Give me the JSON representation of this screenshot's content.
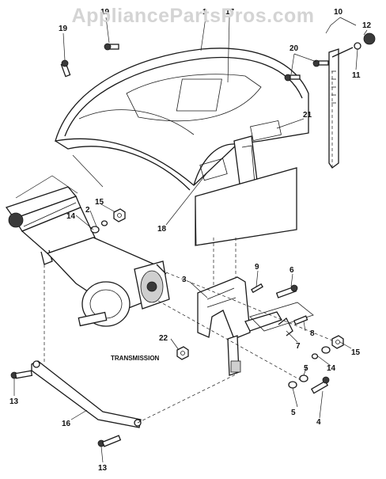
{
  "watermark": "AppliancePartsPros.com",
  "callouts": {
    "c1": "1",
    "c2": "2",
    "c3": "3",
    "c4": "4",
    "c5a": "5",
    "c5b": "5",
    "c6": "6",
    "c7": "7",
    "c8": "8",
    "c9": "9",
    "c10": "10",
    "c11": "11",
    "c12": "12",
    "c13a": "13",
    "c13b": "13",
    "c14a": "14",
    "c14b": "14",
    "c15a": "15",
    "c15b": "15",
    "c16": "16",
    "c17": "17",
    "c18": "18",
    "c19a": "19",
    "c19b": "19",
    "c20": "20",
    "c21": "21",
    "c22": "22"
  },
  "captions": {
    "transmission": "TRANSMISSION"
  },
  "colors": {
    "line": "#1a1a1a",
    "watermark": "#d4d4d4",
    "background": "#ffffff"
  }
}
